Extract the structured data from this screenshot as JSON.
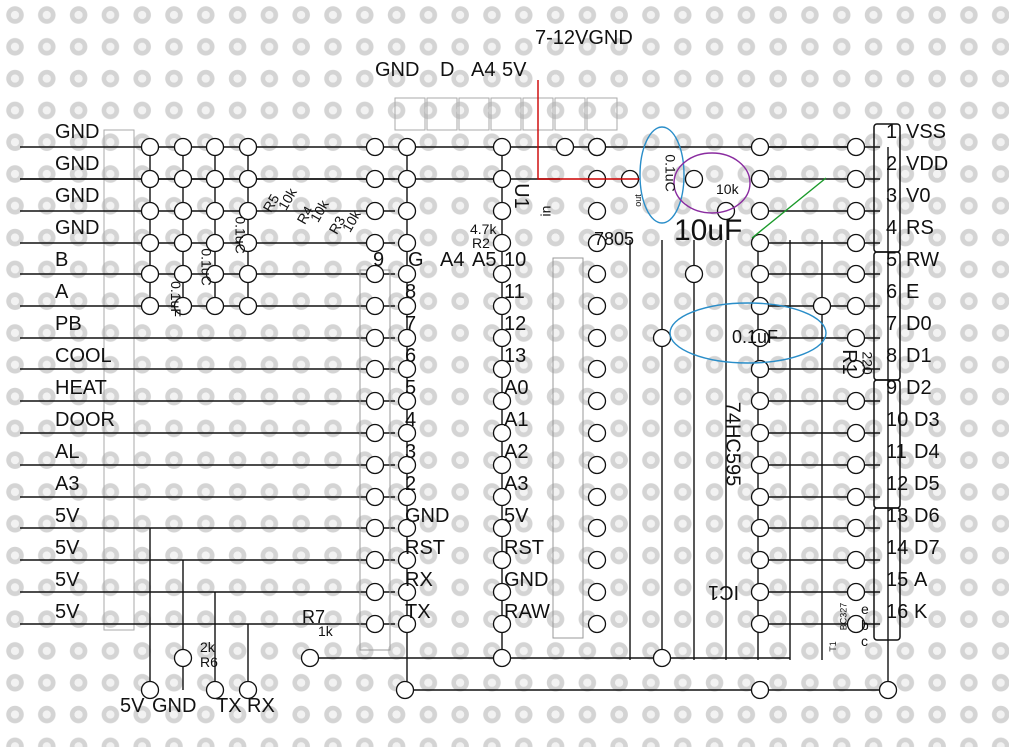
{
  "top_header_labels": [
    "GND",
    "D",
    "A4",
    "5V"
  ],
  "power_header_label": "7-12VGND",
  "left_pin_labels": [
    "GND",
    "GND",
    "GND",
    "GND",
    "B",
    "A",
    "PB",
    "COOL",
    "HEAT",
    "DOOR",
    "AL",
    "A3",
    "5V",
    "5V",
    "5V",
    "5V"
  ],
  "bottom_pin_labels": [
    "5V",
    "GND",
    "TX",
    "RX"
  ],
  "lcd_pins": [
    {
      "num": "1",
      "name": "VSS"
    },
    {
      "num": "2",
      "name": "VDD"
    },
    {
      "num": "3",
      "name": "V0"
    },
    {
      "num": "4",
      "name": "RS"
    },
    {
      "num": "5",
      "name": "RW"
    },
    {
      "num": "6",
      "name": "E"
    },
    {
      "num": "7",
      "name": "D0"
    },
    {
      "num": "8",
      "name": "D1"
    },
    {
      "num": "9",
      "name": "D2"
    },
    {
      "num": "10",
      "name": "D3"
    },
    {
      "num": "11",
      "name": "D4"
    },
    {
      "num": "12",
      "name": "D5"
    },
    {
      "num": "13",
      "name": "D6"
    },
    {
      "num": "14",
      "name": "D7"
    },
    {
      "num": "15",
      "name": "A"
    },
    {
      "num": "16",
      "name": "K"
    }
  ],
  "arduino_left_pins": [
    "9",
    "8",
    "7",
    "6",
    "5",
    "4",
    "3",
    "2",
    "GND",
    "RST",
    "RX",
    "TX"
  ],
  "arduino_right_pins": [
    "10",
    "11",
    "12",
    "13",
    "A0",
    "A1",
    "A2",
    "A3",
    "5V",
    "RST",
    "GND",
    "RAW"
  ],
  "arduino_top_pins": [
    "G",
    "A4",
    "A5"
  ],
  "components": {
    "r5": "R5",
    "r5_val": "10k",
    "r4": "R4",
    "r4_val": "10k",
    "r3": "R3",
    "r3_val": "10k",
    "cap1": "0.1uC",
    "cap2": "0.1uC",
    "cap3": "0.1uF",
    "r2": "R2",
    "r2_val": "4.7k",
    "u1": "U1",
    "u1_in": "in",
    "u1_part": "7805",
    "pot": "10k",
    "cap_top": "0.1uC",
    "cap_top_out": "out",
    "elec_cap": "10uF",
    "cap_ic": "0.1uF",
    "ic1": "IC1",
    "ic1_part": "74HC595",
    "r1": "R1",
    "r1_val": "220",
    "r6": "R6",
    "r6_val": "2k",
    "r7": "R7",
    "r7_val": "1k",
    "t1": "T1",
    "t1_part": "BC327",
    "t1_pins": [
      "e",
      "b",
      "c"
    ]
  },
  "colors": {
    "wire": "#111111",
    "red_wire": "#cc0000",
    "blue_mark": "#2a8ec9",
    "purple_mark": "#8a2ca0",
    "green_mark": "#1a9a2a",
    "pad_fill": "#ffffff"
  }
}
